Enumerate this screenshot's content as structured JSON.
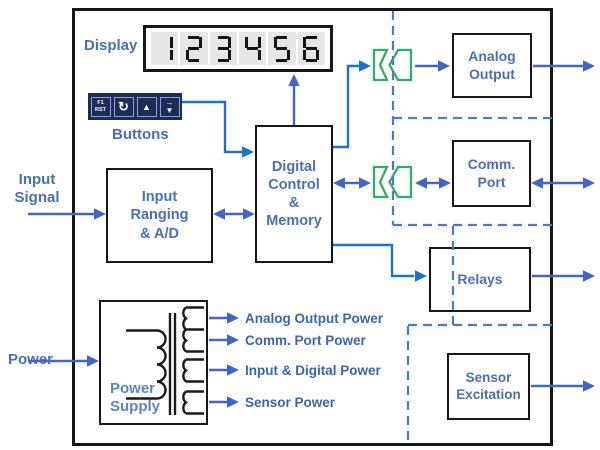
{
  "labels": {
    "display": "Display",
    "buttons": "Buttons",
    "input_signal": "Input\nSignal",
    "power": "Power"
  },
  "display": {
    "digits": "123456"
  },
  "panel_buttons": {
    "f1_rst": "F1\nRST",
    "loop_icon": "↻",
    "up_icon": "▲",
    "scroll_icon": "→\n▼"
  },
  "blocks": {
    "input_ranging": "Input\nRanging\n& A/D",
    "digital_control": "Digital\nControl\n&\nMemory",
    "analog_output": "Analog\nOutput",
    "comm_port": "Comm.\nPort",
    "relays": "Relays",
    "sensor_excitation": "Sensor\nExcitation",
    "power_supply": "Power\nSupply"
  },
  "power_rails": [
    "Analog Output Power",
    "Comm. Port Power",
    "Input & Digital Power",
    "Sensor Power"
  ],
  "colors": {
    "label_blue": "#4a6fba",
    "wire_blue": "#4365c5",
    "bright_wire_blue": "#1c73c9",
    "dashed_isolation_blue": "#4d7cbe",
    "isolation_green": "#2fae6a",
    "button_bar_navy": "#1d2c57",
    "rail_label_blue": "#3c64b2",
    "ps_label_blue": "#5b84ca"
  }
}
